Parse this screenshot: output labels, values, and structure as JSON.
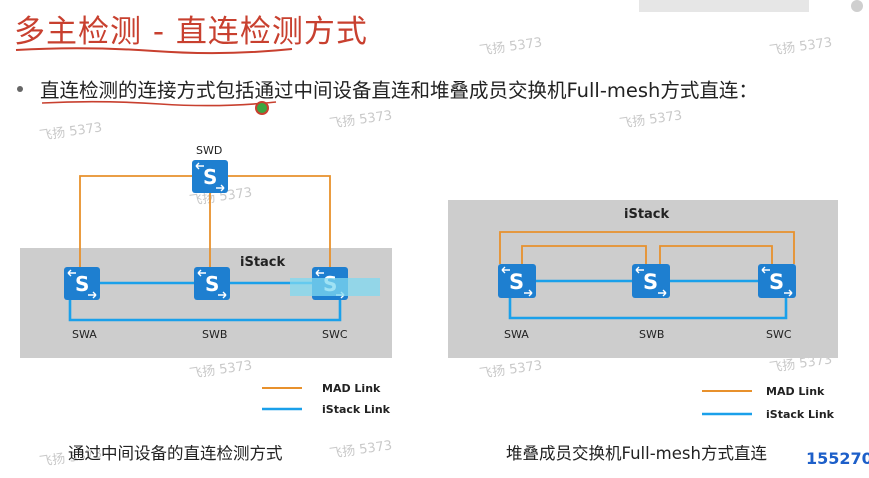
{
  "title": "多主检测 - 直连检测方式",
  "bullet": "直连检测的连接方式包括通过中间设备直连和堆叠成员交换机Full-mesh方式直连：",
  "watermark": "飞扬 5373",
  "page_number": "155270",
  "colors": {
    "title": "#c8402f",
    "mad_link": "#e8912c",
    "istack_link": "#1aa0ea",
    "switch": "#1e7fd0",
    "stack_area": "#cdcdcd"
  },
  "left_diagram": {
    "stack_label": "iStack",
    "switches": {
      "top": "SWD",
      "a": "SWA",
      "b": "SWB",
      "c": "SWC"
    },
    "legend": {
      "mad": "MAD Link",
      "istack": "iStack Link"
    },
    "caption": "通过中间设备的直连检测方式"
  },
  "right_diagram": {
    "stack_label": "iStack",
    "switches": {
      "a": "SWA",
      "b": "SWB",
      "c": "SWC"
    },
    "legend": {
      "mad": "MAD Link",
      "istack": "iStack Link"
    },
    "caption": "堆叠成员交换机Full-mesh方式直连"
  }
}
